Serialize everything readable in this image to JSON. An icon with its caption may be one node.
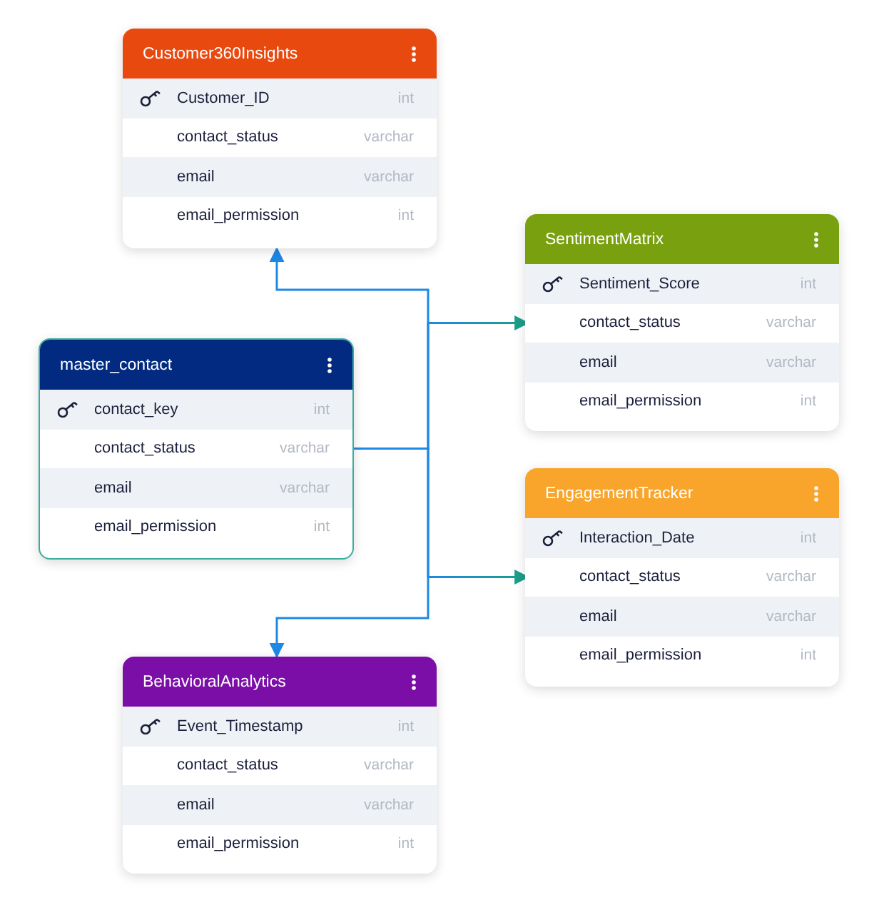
{
  "diagram": {
    "nodes": [
      {
        "text": [
          "Customer360Insights"
        ]
      },
      {
        "text": [
          "Customer_ID",
          "int"
        ],
        "in": 0
      },
      {
        "text": [
          "contact_status",
          "varchar"
        ],
        "in": 0
      },
      {
        "text": [
          "email",
          "varchar"
        ],
        "in": 0
      },
      {
        "text": [
          "email_permission",
          "int"
        ],
        "in": 0
      },
      {
        "text": [
          "SentimentMatrix"
        ]
      },
      {
        "text": [
          "Sentiment_Score",
          "int"
        ],
        "in": 5
      },
      {
        "text": [
          "contact_status",
          "varchar"
        ],
        "in": 5
      },
      {
        "text": [
          "email",
          "varchar"
        ],
        "in": 5
      },
      {
        "text": [
          "email_permission",
          "int"
        ],
        "in": 5
      },
      {
        "text": [
          "master_contact"
        ]
      },
      {
        "text": [
          "contact_key",
          "int"
        ],
        "in": 10
      },
      {
        "text": [
          "contact_status",
          "varchar"
        ],
        "in": 10
      },
      {
        "text": [
          "email",
          "varchar"
        ],
        "in": 10
      },
      {
        "text": [
          "email_permission",
          "int"
        ],
        "in": 10
      },
      {
        "text": [
          "EngagementTracker"
        ]
      },
      {
        "text": [
          "Interaction_Date",
          "int"
        ],
        "in": 15
      },
      {
        "text": [
          "contact_status",
          "varchar"
        ],
        "in": 15
      },
      {
        "text": [
          "email",
          "varchar"
        ],
        "in": 15
      },
      {
        "text": [
          "email_permission",
          "int"
        ],
        "in": 15
      },
      {
        "text": [
          "BehavioralAnalytics"
        ]
      },
      {
        "text": [
          "Event_Timestamp",
          "int"
        ],
        "in": 20
      },
      {
        "text": [
          "contact_status",
          "varchar"
        ],
        "in": 20
      },
      {
        "text": [
          "email",
          "varchar"
        ],
        "in": 20
      },
      {
        "text": [
          "email_permission",
          "int"
        ],
        "in": 20
      }
    ],
    "edges": [
      {
        "from": 12,
        "to": 0,
        "arrow": "to"
      },
      {
        "from": 12,
        "to": 7,
        "arrow": "to"
      },
      {
        "from": 12,
        "to": 17,
        "arrow": "to"
      },
      {
        "from": 12,
        "to": 20,
        "arrow": "to"
      }
    ]
  }
}
